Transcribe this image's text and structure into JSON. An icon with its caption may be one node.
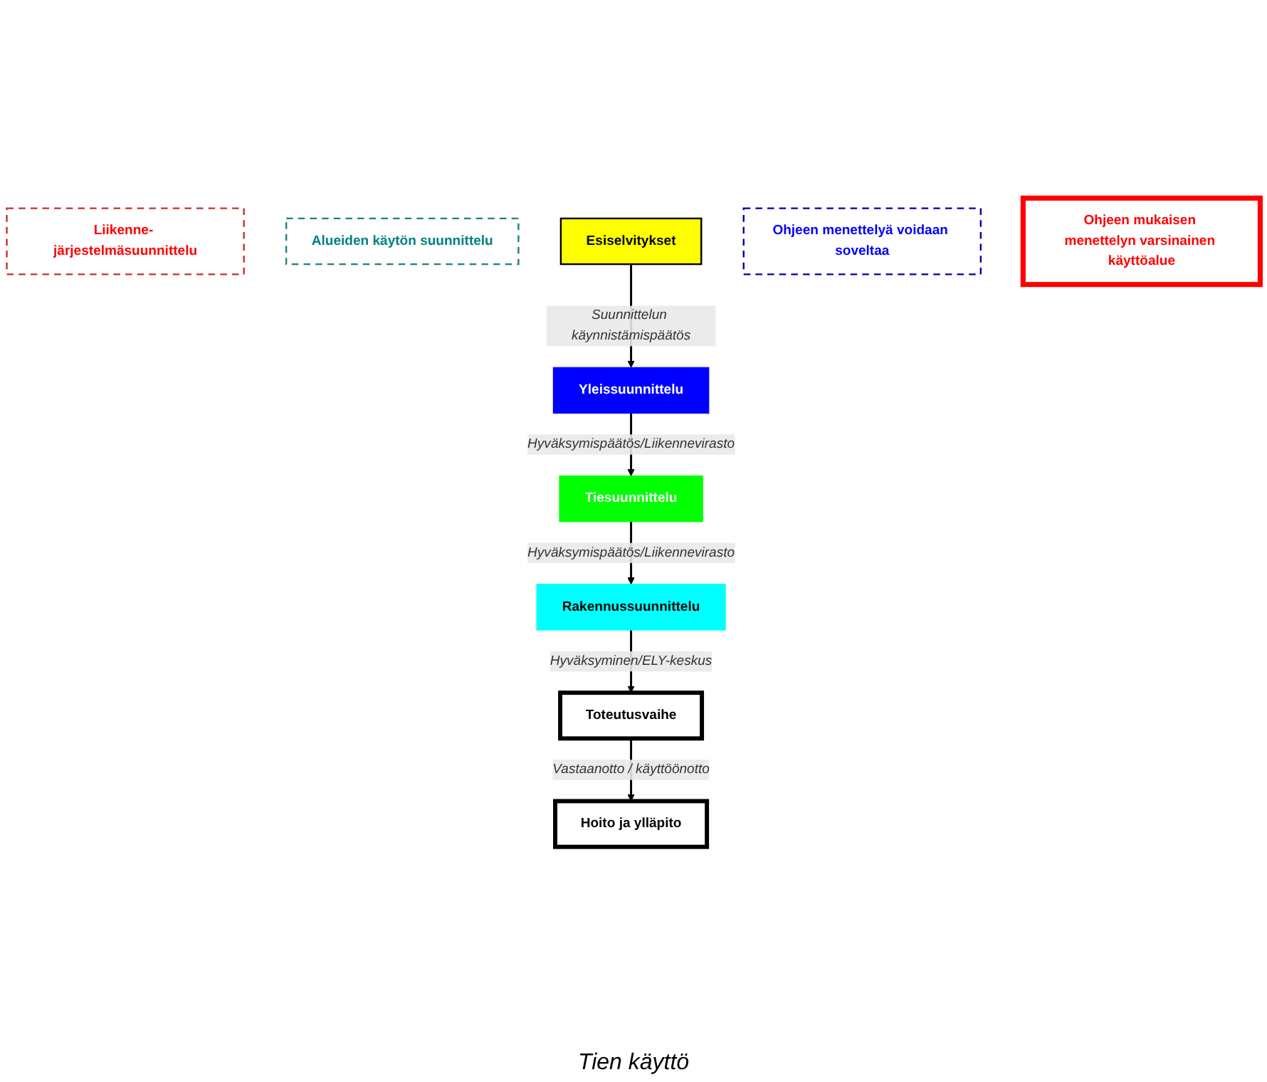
{
  "diagram": {
    "nodes": [
      {
        "text": [
          "Liikenne- järjestelmäsuunnittelu"
        ]
      },
      {
        "text": [
          "Alueiden käytön suunnittelu"
        ]
      },
      {
        "text": [
          "Esiselvitykset"
        ]
      },
      {
        "text": [
          "Yleissuunnittelu"
        ]
      },
      {
        "text": [
          "Tiesuunnittelu"
        ]
      },
      {
        "text": [
          "Rakennussuunnittelu"
        ]
      },
      {
        "text": [
          "Toteutusvaihe"
        ]
      },
      {
        "text": [
          "Hoito ja ylläpito"
        ]
      },
      {
        "text": [
          "Ohjeen menettelyä voidaan soveltaa"
        ]
      },
      {
        "text": [
          "Ohjeen mukaisen menettelyn varsinainen käyttöalue"
        ]
      }
    ],
    "edges": [
      {
        "from": 2,
        "to": 3,
        "arrow": "to",
        "label": "Suunnittelun käynnistämispäätös"
      },
      {
        "from": 3,
        "to": 4,
        "arrow": "to",
        "label": "Hyväksymispäätös/Liikennevirasto"
      },
      {
        "from": 4,
        "to": 5,
        "arrow": "to",
        "label": "Hyväksymispäätös/Liikennevirasto"
      },
      {
        "from": 5,
        "to": 6,
        "arrow": "to",
        "label": "Hyväksyminen/ELY-keskus"
      },
      {
        "from": 6,
        "to": 7,
        "arrow": "to",
        "label": "Vastaanotto / käyttöönotto"
      }
    ],
    "labels": [
      "Tien käyttö"
    ]
  }
}
